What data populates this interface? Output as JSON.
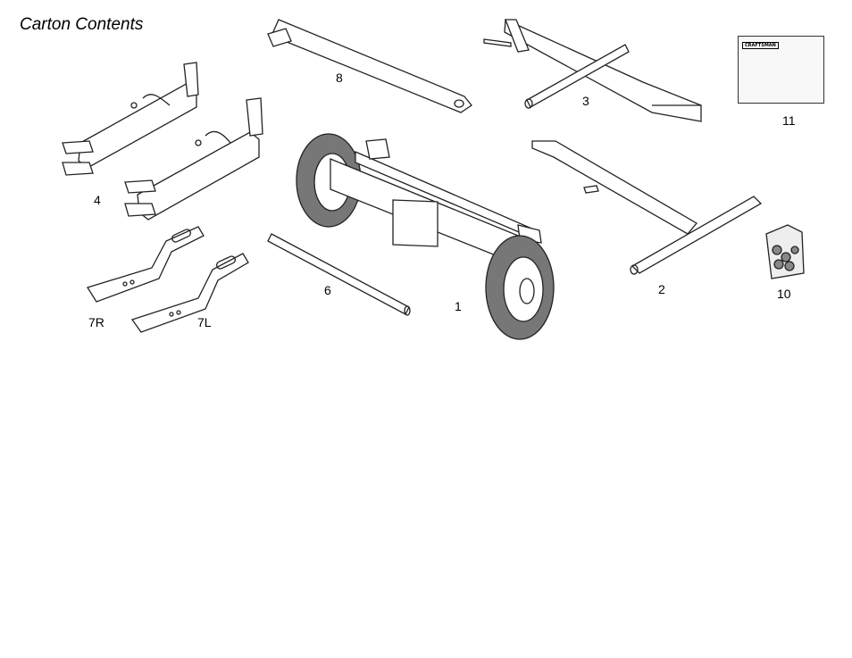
{
  "page": {
    "title": "Carton Contents"
  },
  "parts": [
    {
      "id": "1",
      "label": "1"
    },
    {
      "id": "2",
      "label": "2"
    },
    {
      "id": "3",
      "label": "3"
    },
    {
      "id": "4",
      "label": "4"
    },
    {
      "id": "6",
      "label": "6"
    },
    {
      "id": "7R",
      "label": "7R"
    },
    {
      "id": "7L",
      "label": "7L"
    },
    {
      "id": "8",
      "label": "8"
    },
    {
      "id": "10",
      "label": "10"
    },
    {
      "id": "11",
      "label": "11"
    }
  ],
  "manual": {
    "brand": "CRAFTSMAN"
  },
  "colors": {
    "line": "#222222",
    "tire": "#555555"
  }
}
